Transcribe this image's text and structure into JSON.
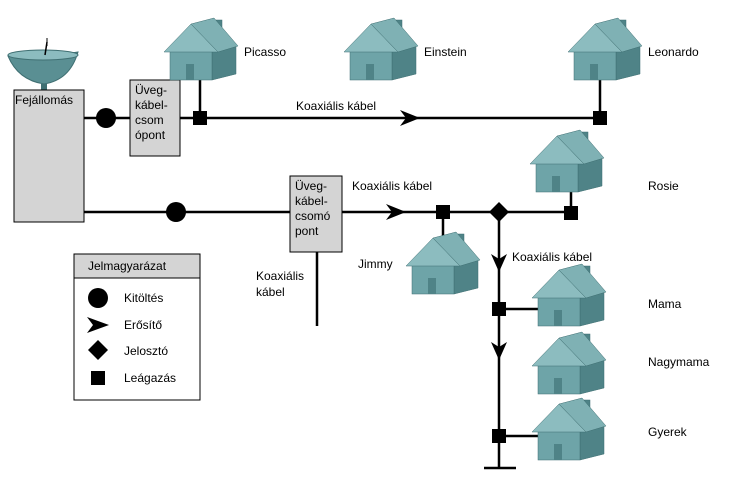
{
  "headend": {
    "label": "Fejállomás"
  },
  "fiber_node_top": {
    "lines": [
      "Üveg-",
      "kábel-",
      "csom",
      "ópont"
    ]
  },
  "fiber_node_mid": {
    "lines": [
      "Üveg-",
      "kábel-",
      "csomó",
      "pont"
    ]
  },
  "cable_labels": {
    "top": "Koaxiális kábel",
    "middle": "Koaxiális kábel",
    "right": "Koaxiális kábel",
    "down": [
      "Koaxiális",
      "kábel"
    ]
  },
  "houses": {
    "picasso": "Picasso",
    "einstein": "Einstein",
    "leonardo": "Leonardo",
    "rosie": "Rosie",
    "jimmy": "Jimmy",
    "mama": "Mama",
    "nagymama": "Nagymama",
    "gyerek": "Gyerek"
  },
  "legend": {
    "title": "Jelmagyarázat",
    "items": [
      "Kitöltés",
      "Erősítő",
      "Jelosztó",
      "Leágazás"
    ]
  },
  "colors": {
    "house_body": "#6ea4a8",
    "house_roof": "#8cbcbf",
    "house_dark": "#4f8387",
    "box_fill": "#d4d4d4",
    "dish": "#5a8f93"
  },
  "icons": [
    "satellite-dish-icon",
    "house-icon",
    "fill-circle-icon",
    "amplifier-arrow-icon",
    "splitter-diamond-icon",
    "tap-square-icon"
  ]
}
